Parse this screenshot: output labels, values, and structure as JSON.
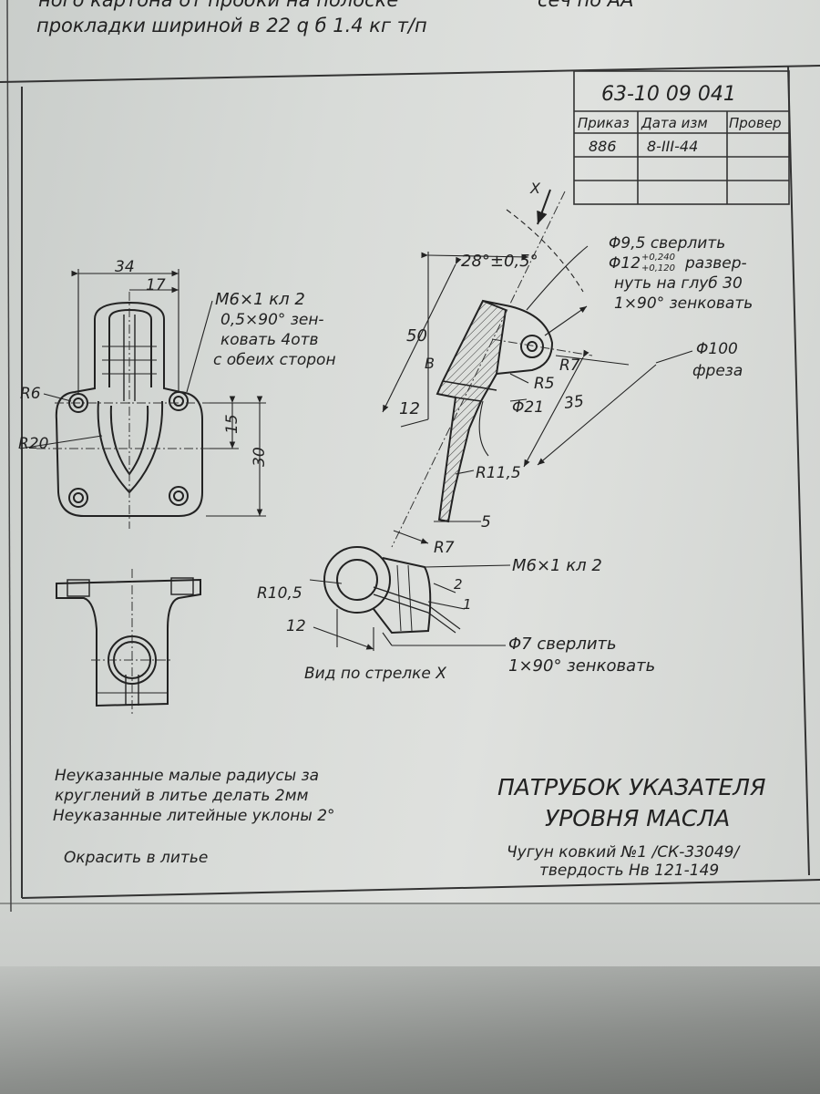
{
  "header_text": {
    "line1": "ного картона  от  пробки  на  полоске",
    "line2": "прокладки  шириной  в 22  q б  1.4 кг т/п",
    "right": "сеч по АА"
  },
  "stamp": {
    "number": "63-10 09 041",
    "columns": [
      "Приказ",
      "Дата изм",
      "Провер"
    ],
    "rows": [
      [
        "886",
        "8-III-44",
        ""
      ],
      [
        "",
        "",
        ""
      ],
      [
        "",
        "",
        ""
      ]
    ]
  },
  "front_view": {
    "dim_34": "34",
    "dim_17": "17",
    "dim_R6": "R6",
    "dim_R20": "R20",
    "dim_15": "15",
    "dim_30": "30",
    "note_line1": "М6×1 кл 2",
    "note_line2": "0,5×90° зен-",
    "note_line3": "ковать 4отв",
    "note_line4": "с обеих сторон"
  },
  "section_view": {
    "angle": "28°±0,5°",
    "arrow_label": "Х",
    "dim_50": "50",
    "dim_12": "12",
    "letter_b": "В",
    "dim_R7": "R7",
    "dim_R5": "R5",
    "dim_d21": "Φ21",
    "dim_35": "35",
    "dim_R11_5": "R11,5",
    "dim_5": "5",
    "dim_R7b": "R7",
    "note_drill_1": "Φ9,5 сверлить",
    "note_drill_2": "Φ12",
    "note_tol_up": "+0,240",
    "note_tol_dn": "+0,120",
    "note_drill_2b": "развер-",
    "note_drill_3": "нуть на глуб 30",
    "note_drill_4": "1×90° зенковать",
    "note_mill_1": "Φ100",
    "note_mill_2": "фреза"
  },
  "view_x": {
    "dim_R10_5": "R10,5",
    "thread": "М6×1 кл 2",
    "dim_2": "2",
    "dim_1": "1",
    "dim_12": "12",
    "drill_1": "Φ7 сверлить",
    "drill_2": "1×90° зенковать",
    "caption": "Вид по стрелке Х"
  },
  "notes": {
    "line1": "Неуказанные малые радиусы за",
    "line2": "круглений в литье делать 2мм",
    "line3": "Неуказанные литейные уклоны 2°",
    "line4": "Окрасить в литье"
  },
  "title": {
    "line1": "ПАТРУБОК УКАЗАТЕЛЯ",
    "line2": "УРОВНЯ МАСЛА",
    "material": "Чугун ковкий №1 /СК-33049/",
    "hardness": "твердость Нв 121-149"
  }
}
